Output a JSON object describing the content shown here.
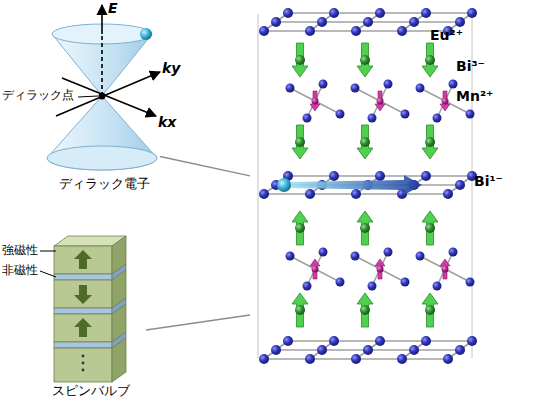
{
  "diagram": {
    "nodes": [
      {
        "text": [
          "ディラック電子"
        ]
      },
      {
        "text": [
          "スピンバルブ"
        ]
      },
      {
        "text": [
          "Eu²⁺",
          "Bi³⁻",
          "Mn²⁺"
        ]
      },
      {
        "text": [
          "Bi¹⁻"
        ],
        "in": 2
      }
    ],
    "edges": [
      {
        "from": 0,
        "to": 3,
        "arrow": "none"
      },
      {
        "from": 1,
        "to": 2,
        "arrow": "none"
      }
    ],
    "labels": [
      "E",
      "ky",
      "kx",
      "ディラック点",
      "強磁性",
      "非磁性"
    ]
  }
}
